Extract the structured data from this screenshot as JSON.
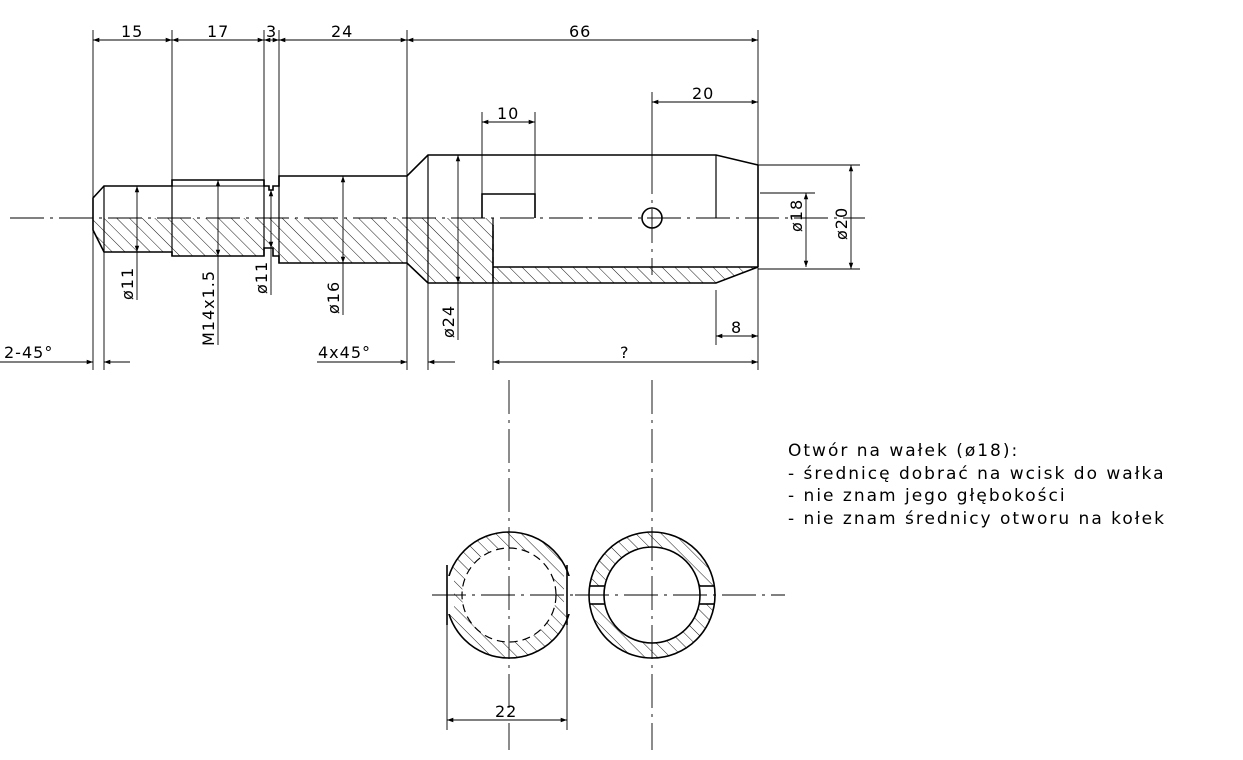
{
  "drawing": {
    "dimensions": {
      "d15": "15",
      "d17": "17",
      "d3": "3",
      "d24": "24",
      "d66": "66",
      "d10": "10",
      "d20": "20",
      "d8": "8",
      "unknown_length": "?",
      "chamfer_left": "2-45°",
      "chamfer_mid": "4x45°",
      "dia11_a": "ø11",
      "thread": "M14x1.5",
      "dia11_b": "ø11",
      "dia16": "ø16",
      "dia24": "ø24",
      "dia18": "ø18",
      "dia20": "ø20",
      "width22": "22"
    },
    "note": {
      "title": "Otwór na wałek (ø18):",
      "lines": [
        "- średnicę dobrać na wcisk do wałka",
        "- nie znam jego głębokości",
        "- nie znam średnicy otworu na kołek"
      ]
    }
  }
}
